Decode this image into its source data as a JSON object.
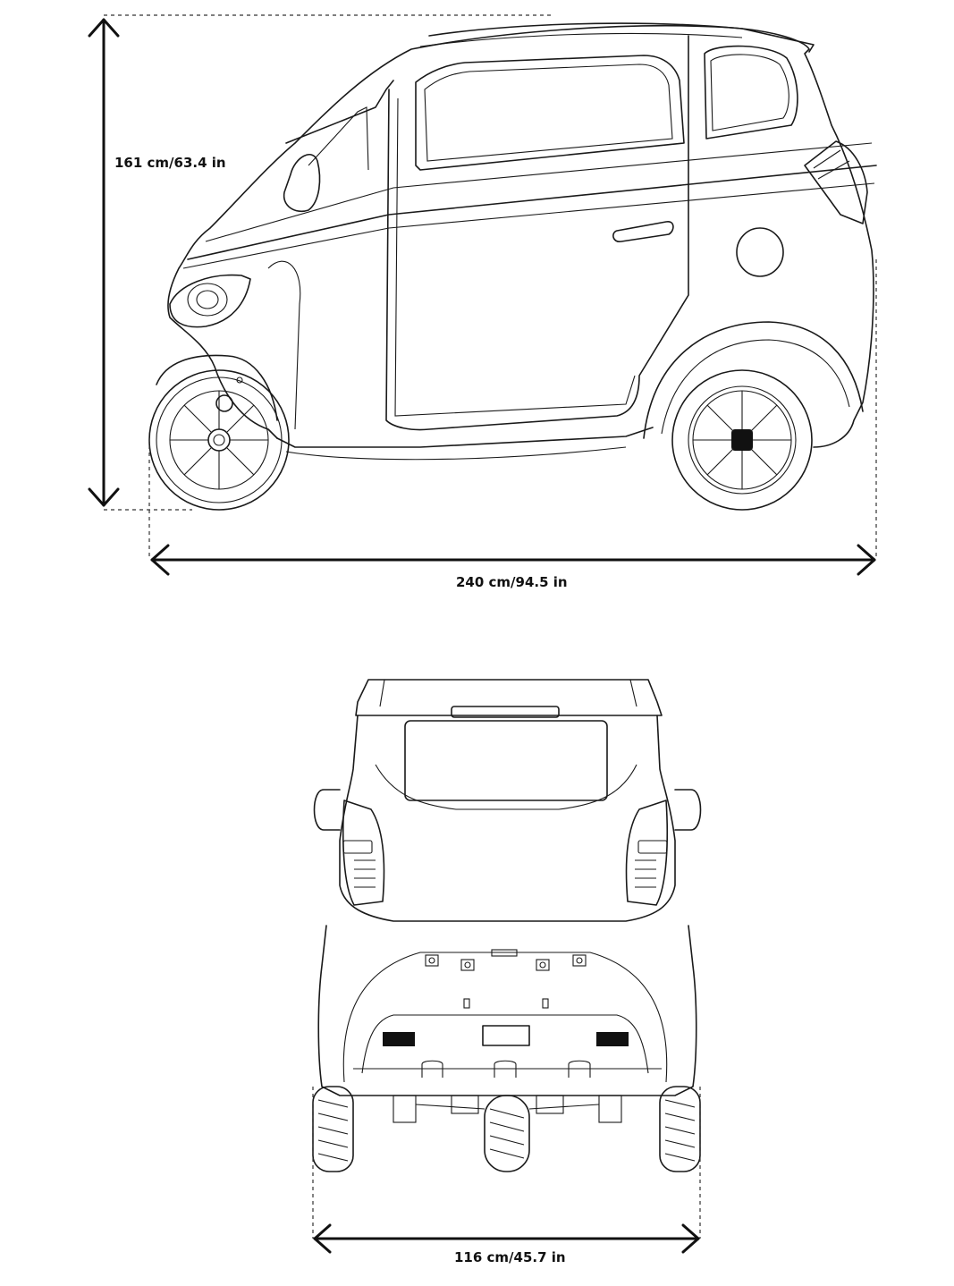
{
  "dimensions": {
    "height_label": "161 cm/63.4 in",
    "length_label": "240 cm/94.5 in",
    "width_label": "116 cm/45.7 in"
  }
}
